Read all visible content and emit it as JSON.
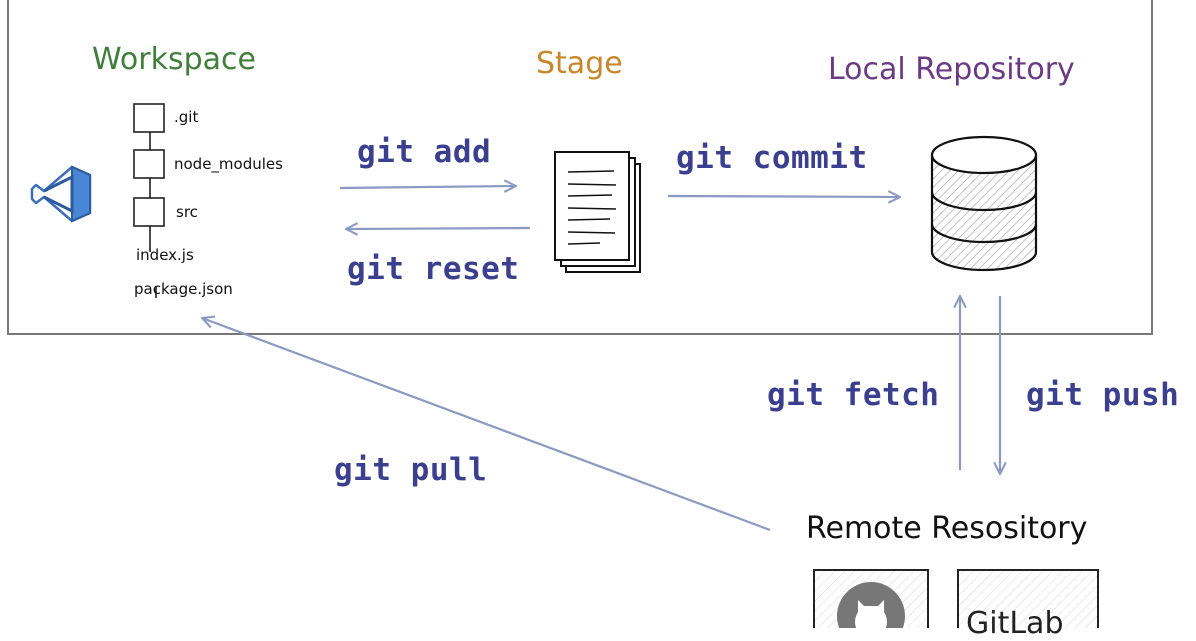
{
  "colors": {
    "workspace_title": "#3f7f3a",
    "stage_title": "#c7872a",
    "local_repo_title": "#6b3a86",
    "remote_title": "#111111",
    "command_text": "#3a3f8f",
    "arrow": "#8a9ac4",
    "frame": "#777777",
    "vscode_icon": "#4a86d6"
  },
  "workspace": {
    "title": "Workspace",
    "icon": "vscode-icon",
    "tree": [
      ".git",
      "node_modules",
      "src",
      "index.js",
      "package.json"
    ]
  },
  "stage": {
    "title": "Stage",
    "icon": "document-stack-icon"
  },
  "local_repository": {
    "title": "Local Repository",
    "icon": "database-icon"
  },
  "remote_repository": {
    "title": "Remote Resository",
    "hosts": [
      {
        "name": "GitHub",
        "icon": "github-icon"
      },
      {
        "name": "GitLab",
        "label": "GitLab",
        "icon": "gitlab-icon"
      }
    ]
  },
  "commands": {
    "add": "git add",
    "reset": "git reset",
    "commit": "git commit",
    "fetch": "git fetch",
    "push": "git push",
    "pull": "git pull"
  }
}
